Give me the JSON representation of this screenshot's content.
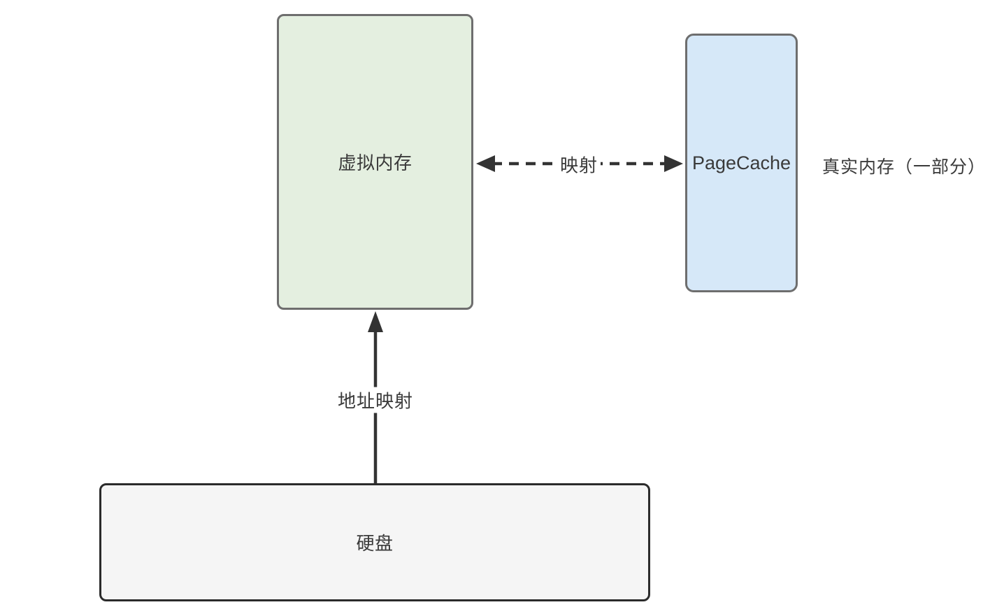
{
  "diagram": {
    "nodes": {
      "virtual_memory": {
        "label": "虚拟内存",
        "fill": "#E4EFE0",
        "border": "#6E6E6E"
      },
      "page_cache": {
        "label": "PageCache",
        "fill": "#D6E8F8",
        "border": "#6E6E6E"
      },
      "hard_disk": {
        "label": "硬盘",
        "fill": "#F5F5F5",
        "border": "#2B2B2B"
      }
    },
    "edges": {
      "mapping": {
        "label": "映射",
        "style": "dashed-double-arrow",
        "color": "#333333"
      },
      "address_mapping": {
        "label": "地址映射",
        "style": "solid-arrow-up",
        "color": "#333333"
      }
    },
    "annotations": {
      "real_memory_note": "真实内存（一部分）"
    },
    "colors": {
      "background": "#FFFFFF",
      "text": "#3A3A3A"
    }
  }
}
